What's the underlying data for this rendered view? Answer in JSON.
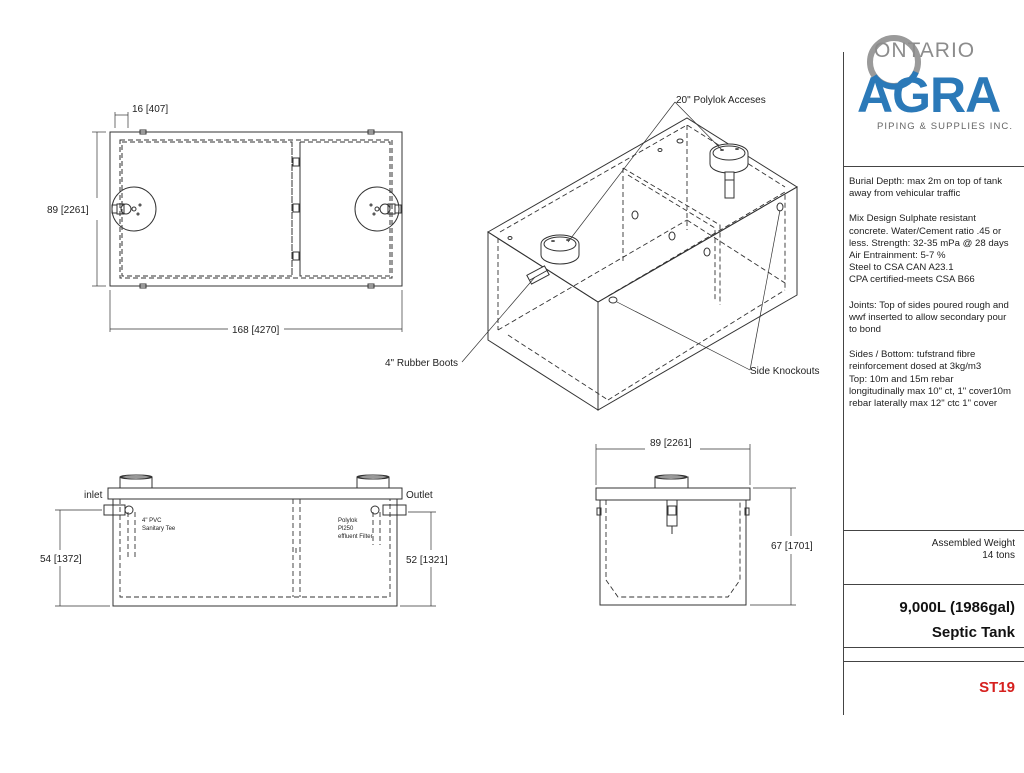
{
  "drawing": {
    "top_view": {
      "dim_flange": "16 [407]",
      "dim_width": "89 [2261]",
      "dim_length": "168 [4270]"
    },
    "iso_view": {
      "callout_accesses": "20\" Polylok Acceses",
      "callout_boots": "4\" Rubber Boots",
      "callout_knockouts": "Side Knockouts"
    },
    "side_view": {
      "label_inlet": "inlet",
      "label_outlet": "Outlet",
      "dim_inlet_height": "54 [1372]",
      "dim_outlet_height": "52 [1321]",
      "note_tee_1": "4\" PVC",
      "note_tee_2": "Sanitary Tee",
      "note_filter_1": "Polylok",
      "note_filter_2": "Pl250",
      "note_filter_3": "effluent Filter"
    },
    "end_view": {
      "dim_width": "89 [2261]",
      "dim_height": "67 [1701]"
    }
  },
  "title_block": {
    "logo": {
      "top": "ONTARIO",
      "main": "AGRA",
      "tagline": "PIPING & SUPPLIES INC."
    },
    "notes": {
      "burial": [
        "Burial Depth: max 2m on top of tank",
        "away from vehicular traffic"
      ],
      "mix": [
        "Mix Design Sulphate resistant",
        "concrete. Water/Cement ratio .45 or",
        "less. Strength: 32-35 mPa @ 28 days",
        "Air Entrainment: 5-7 %",
        "Steel to CSA CAN A23.1",
        "CPA certified-meets CSA B66"
      ],
      "joints": [
        "Joints: Top of sides poured rough and",
        "wwf inserted to allow secondary pour",
        "to bond"
      ],
      "reinforcement": [
        "Sides / Bottom: tufstrand fibre",
        "reinforcement dosed at 3kg/m3",
        "Top: 10m and 15m rebar",
        "longitudinally max 10\" ct, 1\" cover10m",
        "rebar laterally max 12\" ctc 1\" cover"
      ]
    },
    "weight": {
      "label": "Assembled Weight",
      "value": "14 tons"
    },
    "capacity": "9,000L (1986gal)",
    "product": "Septic Tank",
    "code": "ST19"
  }
}
